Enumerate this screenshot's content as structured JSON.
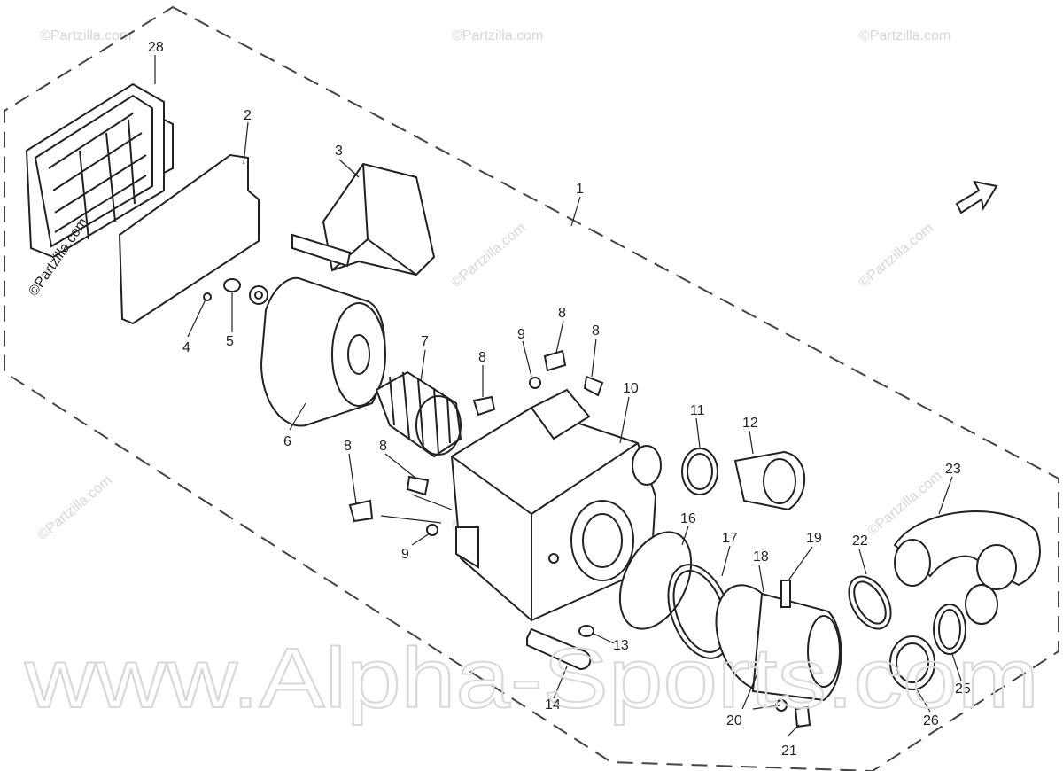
{
  "diagram": {
    "callouts": [
      {
        "id": "c28",
        "text": "28"
      },
      {
        "id": "c2",
        "text": "2"
      },
      {
        "id": "c3",
        "text": "3"
      },
      {
        "id": "c1",
        "text": "1"
      },
      {
        "id": "c4",
        "text": "4"
      },
      {
        "id": "c5",
        "text": "5"
      },
      {
        "id": "c6",
        "text": "6"
      },
      {
        "id": "c7",
        "text": "7"
      },
      {
        "id": "c9a",
        "text": "9"
      },
      {
        "id": "c8a",
        "text": "8"
      },
      {
        "id": "c8b",
        "text": "8"
      },
      {
        "id": "c8c",
        "text": "8"
      },
      {
        "id": "c10",
        "text": "10"
      },
      {
        "id": "c11",
        "text": "11"
      },
      {
        "id": "c12",
        "text": "12"
      },
      {
        "id": "c8d",
        "text": "8"
      },
      {
        "id": "c8e",
        "text": "8"
      },
      {
        "id": "c9b",
        "text": "9"
      },
      {
        "id": "c16",
        "text": "16"
      },
      {
        "id": "c17",
        "text": "17"
      },
      {
        "id": "c18",
        "text": "18"
      },
      {
        "id": "c19",
        "text": "19"
      },
      {
        "id": "c22",
        "text": "22"
      },
      {
        "id": "c23",
        "text": "23"
      },
      {
        "id": "c13",
        "text": "13"
      },
      {
        "id": "c14",
        "text": "14"
      },
      {
        "id": "c20",
        "text": "20"
      },
      {
        "id": "c21",
        "text": "21"
      },
      {
        "id": "c25",
        "text": "25"
      },
      {
        "id": "c26",
        "text": "26"
      }
    ],
    "watermarks": {
      "partzilla": "©Partzilla.com",
      "main": "www.Alpha-Sports.com"
    },
    "colors": {
      "line": "#222222",
      "watermark": "#d6d6d6",
      "background": "#ffffff"
    }
  }
}
